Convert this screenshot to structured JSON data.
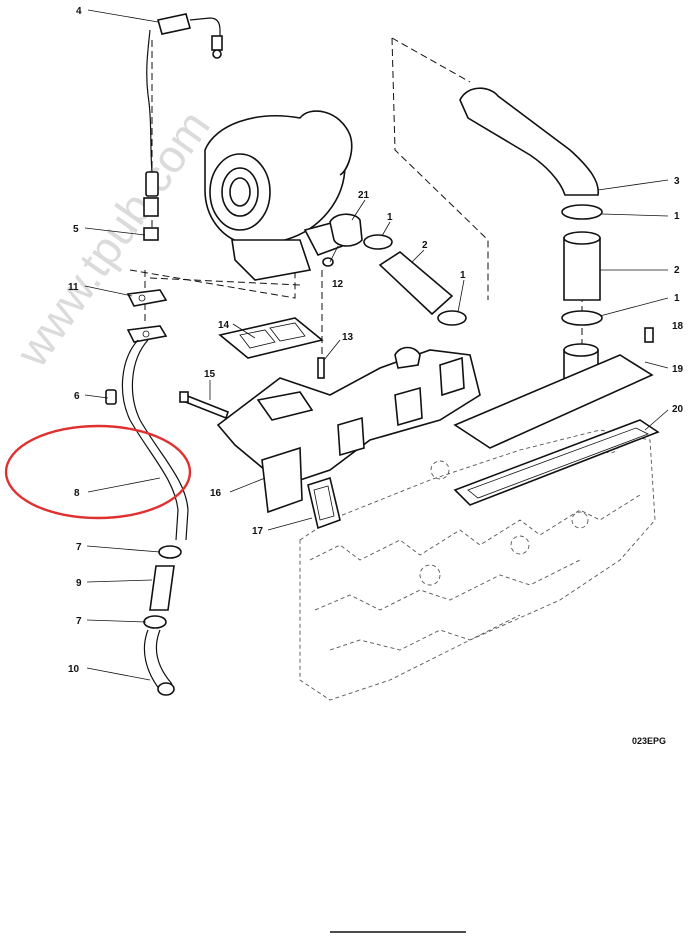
{
  "diagram": {
    "drawing_code": "023EPG",
    "watermark": "www.tpub.com",
    "highlight_color": "#e03030",
    "callouts": [
      "4",
      "5",
      "11",
      "6",
      "8",
      "7",
      "9",
      "7",
      "10",
      "14",
      "15",
      "12",
      "21",
      "1",
      "2",
      "1",
      "13",
      "16",
      "17",
      "3",
      "1",
      "2",
      "1",
      "18",
      "19",
      "20"
    ]
  }
}
